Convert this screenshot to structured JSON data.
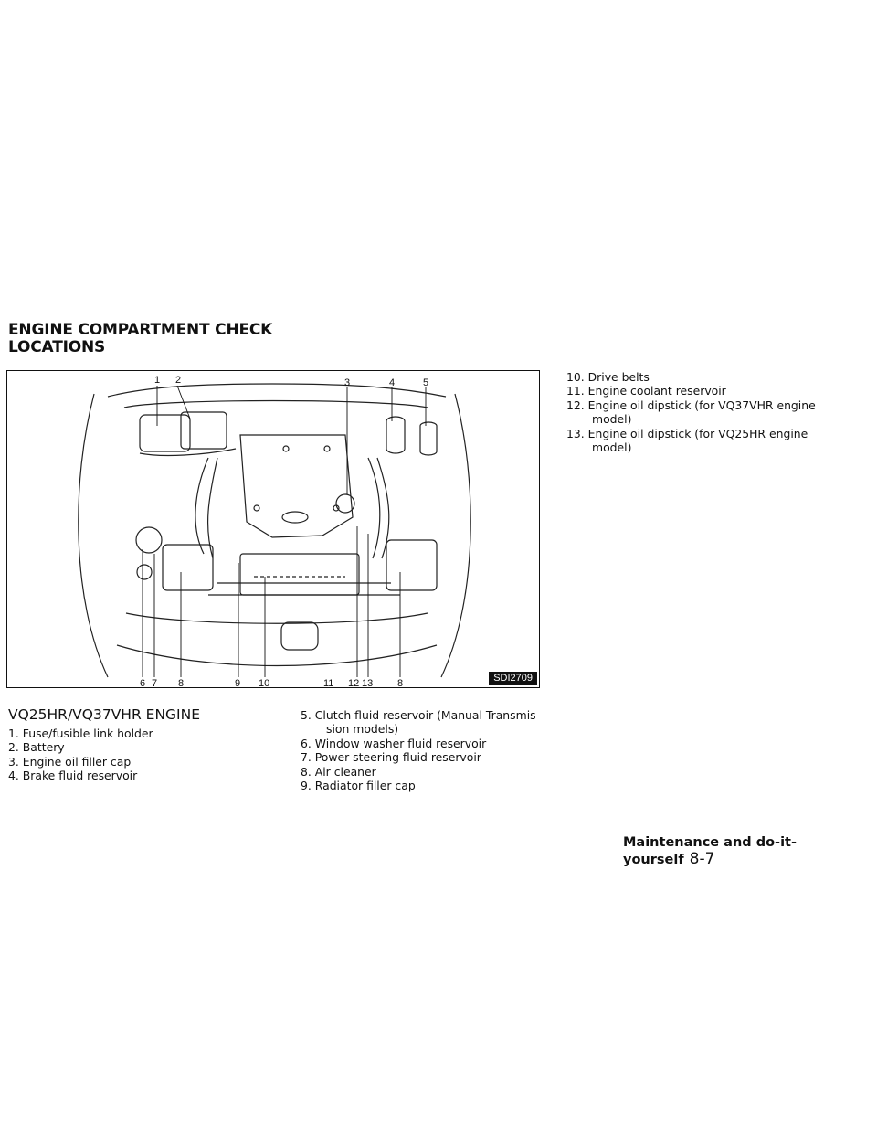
{
  "section_title_lines": [
    "ENGINE COMPARTMENT CHECK",
    "LOCATIONS"
  ],
  "figure": {
    "label": "SDI2709",
    "callouts_top": [
      "1",
      "2",
      "3",
      "4",
      "5"
    ],
    "callouts_bottom": [
      "6",
      "7",
      "8",
      "9",
      "10",
      "11",
      "12",
      "13",
      "8"
    ]
  },
  "subheading": "VQ25HR/VQ37VHR ENGINE",
  "parts_col1": [
    "1. Fuse/fusible link holder",
    "2. Battery",
    "3. Engine oil filler cap",
    "4. Brake fluid reservoir"
  ],
  "parts_col2": [
    {
      "first": "5. Clutch fluid reservoir (Manual Transmis-",
      "cont": "sion models)"
    },
    {
      "first": "6. Window washer fluid reservoir",
      "cont": ""
    },
    {
      "first": "7. Power steering fluid reservoir",
      "cont": ""
    },
    {
      "first": "8. Air cleaner",
      "cont": ""
    },
    {
      "first": "9. Radiator filler cap",
      "cont": ""
    }
  ],
  "parts_col3": [
    {
      "first": "10. Drive belts",
      "cont": ""
    },
    {
      "first": "11. Engine coolant reservoir",
      "cont": ""
    },
    {
      "first": "12. Engine oil dipstick (for VQ37VHR engine",
      "cont": "model)"
    },
    {
      "first": "13. Engine oil dipstick (for VQ25HR engine",
      "cont": "model)"
    }
  ],
  "footer": {
    "chapter": "Maintenance and do-it-yourself",
    "page": "8-7"
  }
}
